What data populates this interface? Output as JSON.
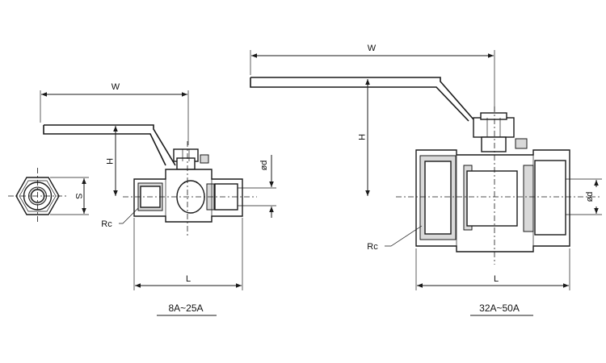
{
  "labels": {
    "small": {
      "W": "W",
      "H": "H",
      "S": "S",
      "d": "ød",
      "Rc": "Rc",
      "L": "L",
      "caption": "8A~25A"
    },
    "large": {
      "W": "W",
      "H": "H",
      "d": "ød",
      "Rc": "Rc",
      "L": "L",
      "caption": "32A~50A"
    }
  },
  "colors": {
    "line": "#1a1a1a",
    "shade": "#d9d9d9",
    "background": "#ffffff"
  }
}
